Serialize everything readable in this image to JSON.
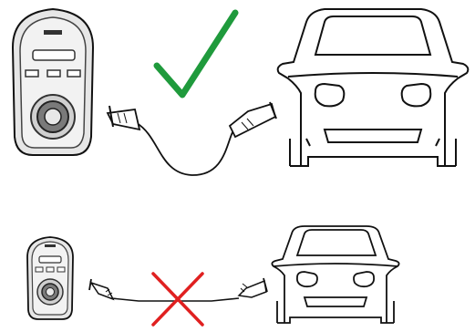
{
  "scenes": [
    {
      "id": "correct",
      "mark": "check",
      "mark_color": "#1f9a3c",
      "cable": "sagging"
    },
    {
      "id": "incorrect",
      "mark": "cross",
      "mark_color": "#e02020",
      "cable": "taut"
    }
  ],
  "colors": {
    "line": "#111111",
    "charger_fill": "#e6e6e6",
    "charger_dark": "#555555"
  }
}
